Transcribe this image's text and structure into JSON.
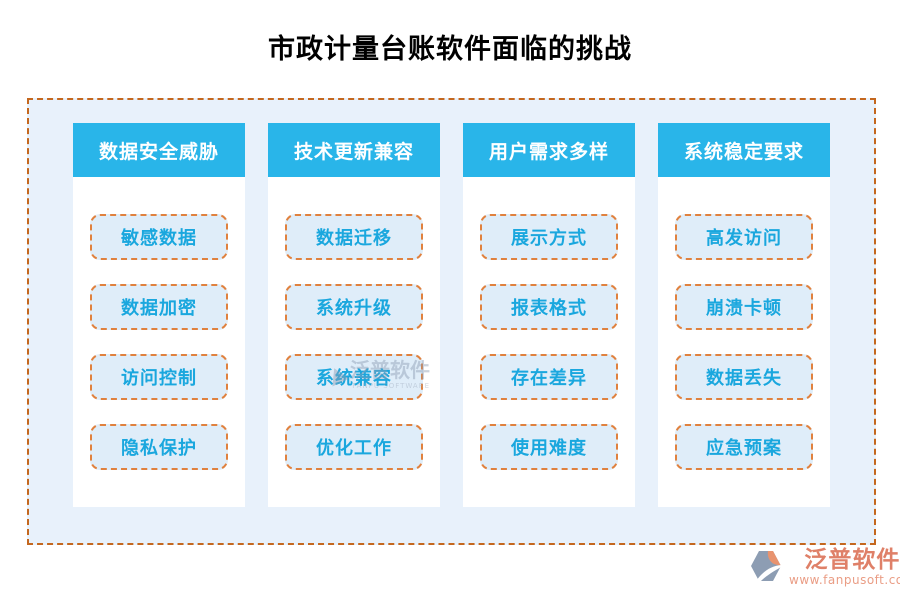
{
  "title": "市政计量台账软件面临的挑战",
  "columns": [
    {
      "header": "数据安全威胁",
      "items": [
        "敏感数据",
        "数据加密",
        "访问控制",
        "隐私保护"
      ]
    },
    {
      "header": "技术更新兼容",
      "items": [
        "数据迁移",
        "系统升级",
        "系统兼容",
        "优化工作"
      ]
    },
    {
      "header": "用户需求多样",
      "items": [
        "展示方式",
        "报表格式",
        "存在差异",
        "使用难度"
      ]
    },
    {
      "header": "系统稳定要求",
      "items": [
        "高发访问",
        "崩溃卡顿",
        "数据丢失",
        "应急预案"
      ]
    }
  ],
  "watermark": {
    "name": "泛普软件",
    "subtitle": "FANPU SOFTWARE"
  },
  "brand": {
    "name": "泛普软件",
    "url": "www.fanpusoft.com"
  },
  "colors": {
    "header_blue": "#29B5E9",
    "item_text_blue": "#1AA7DE",
    "item_bg": "#DFEDF9",
    "item_border_orange": "#E0813E",
    "board_bg": "#E8F1FB",
    "board_border_orange": "#C4671E",
    "brand_salmon": "#DF8068"
  }
}
